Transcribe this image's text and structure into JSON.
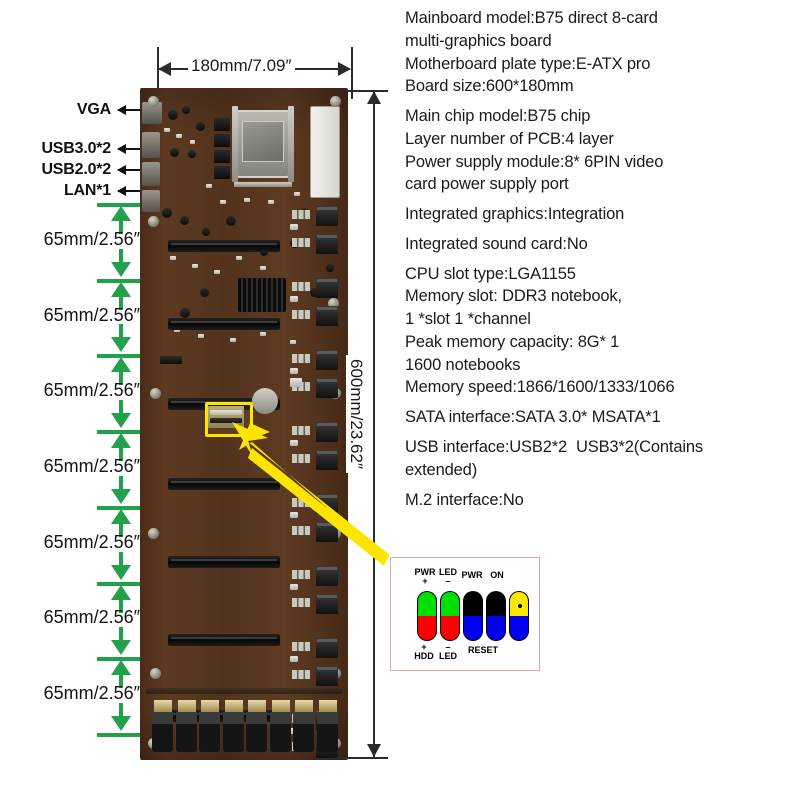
{
  "dimensions": {
    "width_label": "180mm/7.09″",
    "height_label": "600mm/23.62″",
    "segment_label": "65mm/2.56″",
    "segment_count": 7
  },
  "port_labels": [
    {
      "name": "vga",
      "text": "VGA"
    },
    {
      "name": "usb3",
      "text": "USB3.0*2"
    },
    {
      "name": "usb2",
      "text": "USB2.0*2"
    },
    {
      "name": "lan",
      "text": "LAN*1"
    }
  ],
  "specs": [
    {
      "text": "Mainboard model:B75 direct 8-card\nmulti-graphics board",
      "gap_after": false
    },
    {
      "text": "Motherboard plate type:E-ATX pro",
      "gap_after": false
    },
    {
      "text": "Board size:600*180mm",
      "gap_after": true
    },
    {
      "text": "Main chip model:B75 chip",
      "gap_after": false
    },
    {
      "text": "Layer number of PCB:4 layer",
      "gap_after": false
    },
    {
      "text": "Power supply module:8* 6PIN video\ncard power supply port",
      "gap_after": true
    },
    {
      "text": "Integrated graphics:Integration",
      "gap_after": true
    },
    {
      "text": "Integrated sound card:No",
      "gap_after": true
    },
    {
      "text": "CPU slot type:LGA1155",
      "gap_after": false
    },
    {
      "text": "Memory slot: DDR3 notebook,\n1 *slot 1 *channel",
      "gap_after": false
    },
    {
      "text": "Peak memory capacity: 8G* 1\n1600 notebooks",
      "gap_after": false
    },
    {
      "text": "Memory speed:1866/1600/1333/1066",
      "gap_after": true
    },
    {
      "text": "SATA interface:SATA 3.0* MSATA*1",
      "gap_after": true
    },
    {
      "text": "USB interface:USB2*2  USB3*2(Contains\nextended)",
      "gap_after": true
    },
    {
      "text": "M.2 interface:No",
      "gap_after": false
    }
  ],
  "pin_legend": {
    "border_color": "#e8a3a3",
    "top_labels": [
      {
        "name": "pwr-led-plus",
        "line1": "PWR",
        "line2": "+"
      },
      {
        "name": "pwr-led-minus",
        "line1": "LED",
        "line2": "–"
      },
      {
        "name": "pwr-sw",
        "line1": "PWR",
        "line2": ""
      },
      {
        "name": "on-sw",
        "line1": "ON",
        "line2": ""
      }
    ],
    "bottom_labels": [
      {
        "name": "hdd-led-plus",
        "line1": "+",
        "line2": "HDD"
      },
      {
        "name": "hdd-led-minus",
        "line1": "–",
        "line2": "LED"
      },
      {
        "name": "reset-sw",
        "line1": "",
        "line2": "RESET"
      }
    ],
    "pins": [
      {
        "name": "pin-pwr-led-plus",
        "top_color": "#00e000",
        "bottom_color": "#ff0000",
        "dot": false
      },
      {
        "name": "pin-pwr-led-minus",
        "top_color": "#00e000",
        "bottom_color": "#ff0000",
        "dot": false
      },
      {
        "name": "pin-pwr-switch",
        "top_color": "#000000",
        "bottom_color": "#0000ee",
        "dot": false
      },
      {
        "name": "pin-reset-switch",
        "top_color": "#000000",
        "bottom_color": "#0000ee",
        "dot": false
      },
      {
        "name": "pin-on-indicator",
        "top_color": "#ffe800",
        "bottom_color": "#0000ee",
        "dot": true
      }
    ]
  },
  "colors": {
    "marker_green": "#22a04a",
    "callout_yellow": "#ffe400",
    "dimension_black": "#2b2b2b",
    "pcb_brown": "#53331d"
  },
  "board": {
    "name": "b75-8gpu-mining-motherboard",
    "highlight_note": "yellow-highlighted front-panel header region"
  }
}
